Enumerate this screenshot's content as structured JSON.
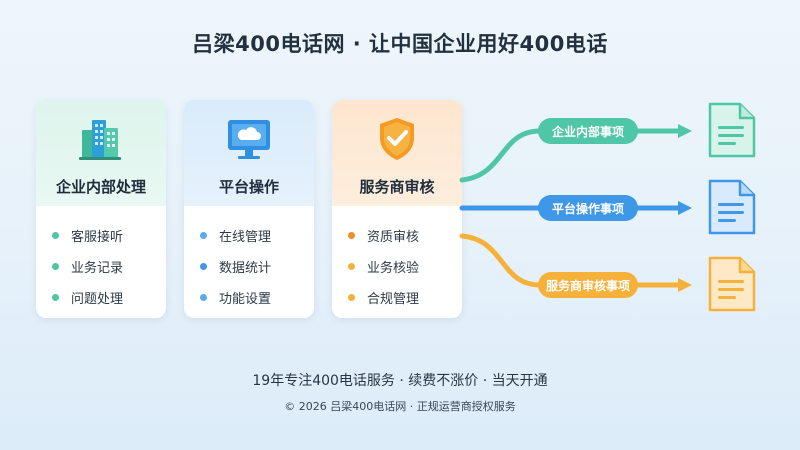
{
  "title": "吕梁400电话网 · 让中国企业用好400电话",
  "cards": [
    {
      "title": "企业内部处理",
      "icon": "buildings-icon",
      "color": "#4fc6a6",
      "items": [
        "客服接听",
        "业务记录",
        "问题处理"
      ]
    },
    {
      "title": "平台操作",
      "icon": "monitor-cloud-icon",
      "color": "#3f97e8",
      "items": [
        "在线管理",
        "数据统计",
        "功能设置"
      ]
    },
    {
      "title": "服务商审核",
      "icon": "shield-check-icon",
      "color": "#f6b13a",
      "items": [
        "资质审核",
        "业务核验",
        "合规管理"
      ]
    }
  ],
  "flows": [
    {
      "label": "企业内部事项",
      "color": "#4fc6a6",
      "icon": "document-icon"
    },
    {
      "label": "平台操作事项",
      "color": "#3f97e8",
      "icon": "document-icon"
    },
    {
      "label": "服务商审核事项",
      "color": "#f6b13a",
      "icon": "document-icon"
    }
  ],
  "footer": {
    "tagline": "19年专注400电话服务 · 续费不涨价 · 当天开通",
    "copyright": "© 2026 吕梁400电话网 · 正规运营商授权服务"
  }
}
